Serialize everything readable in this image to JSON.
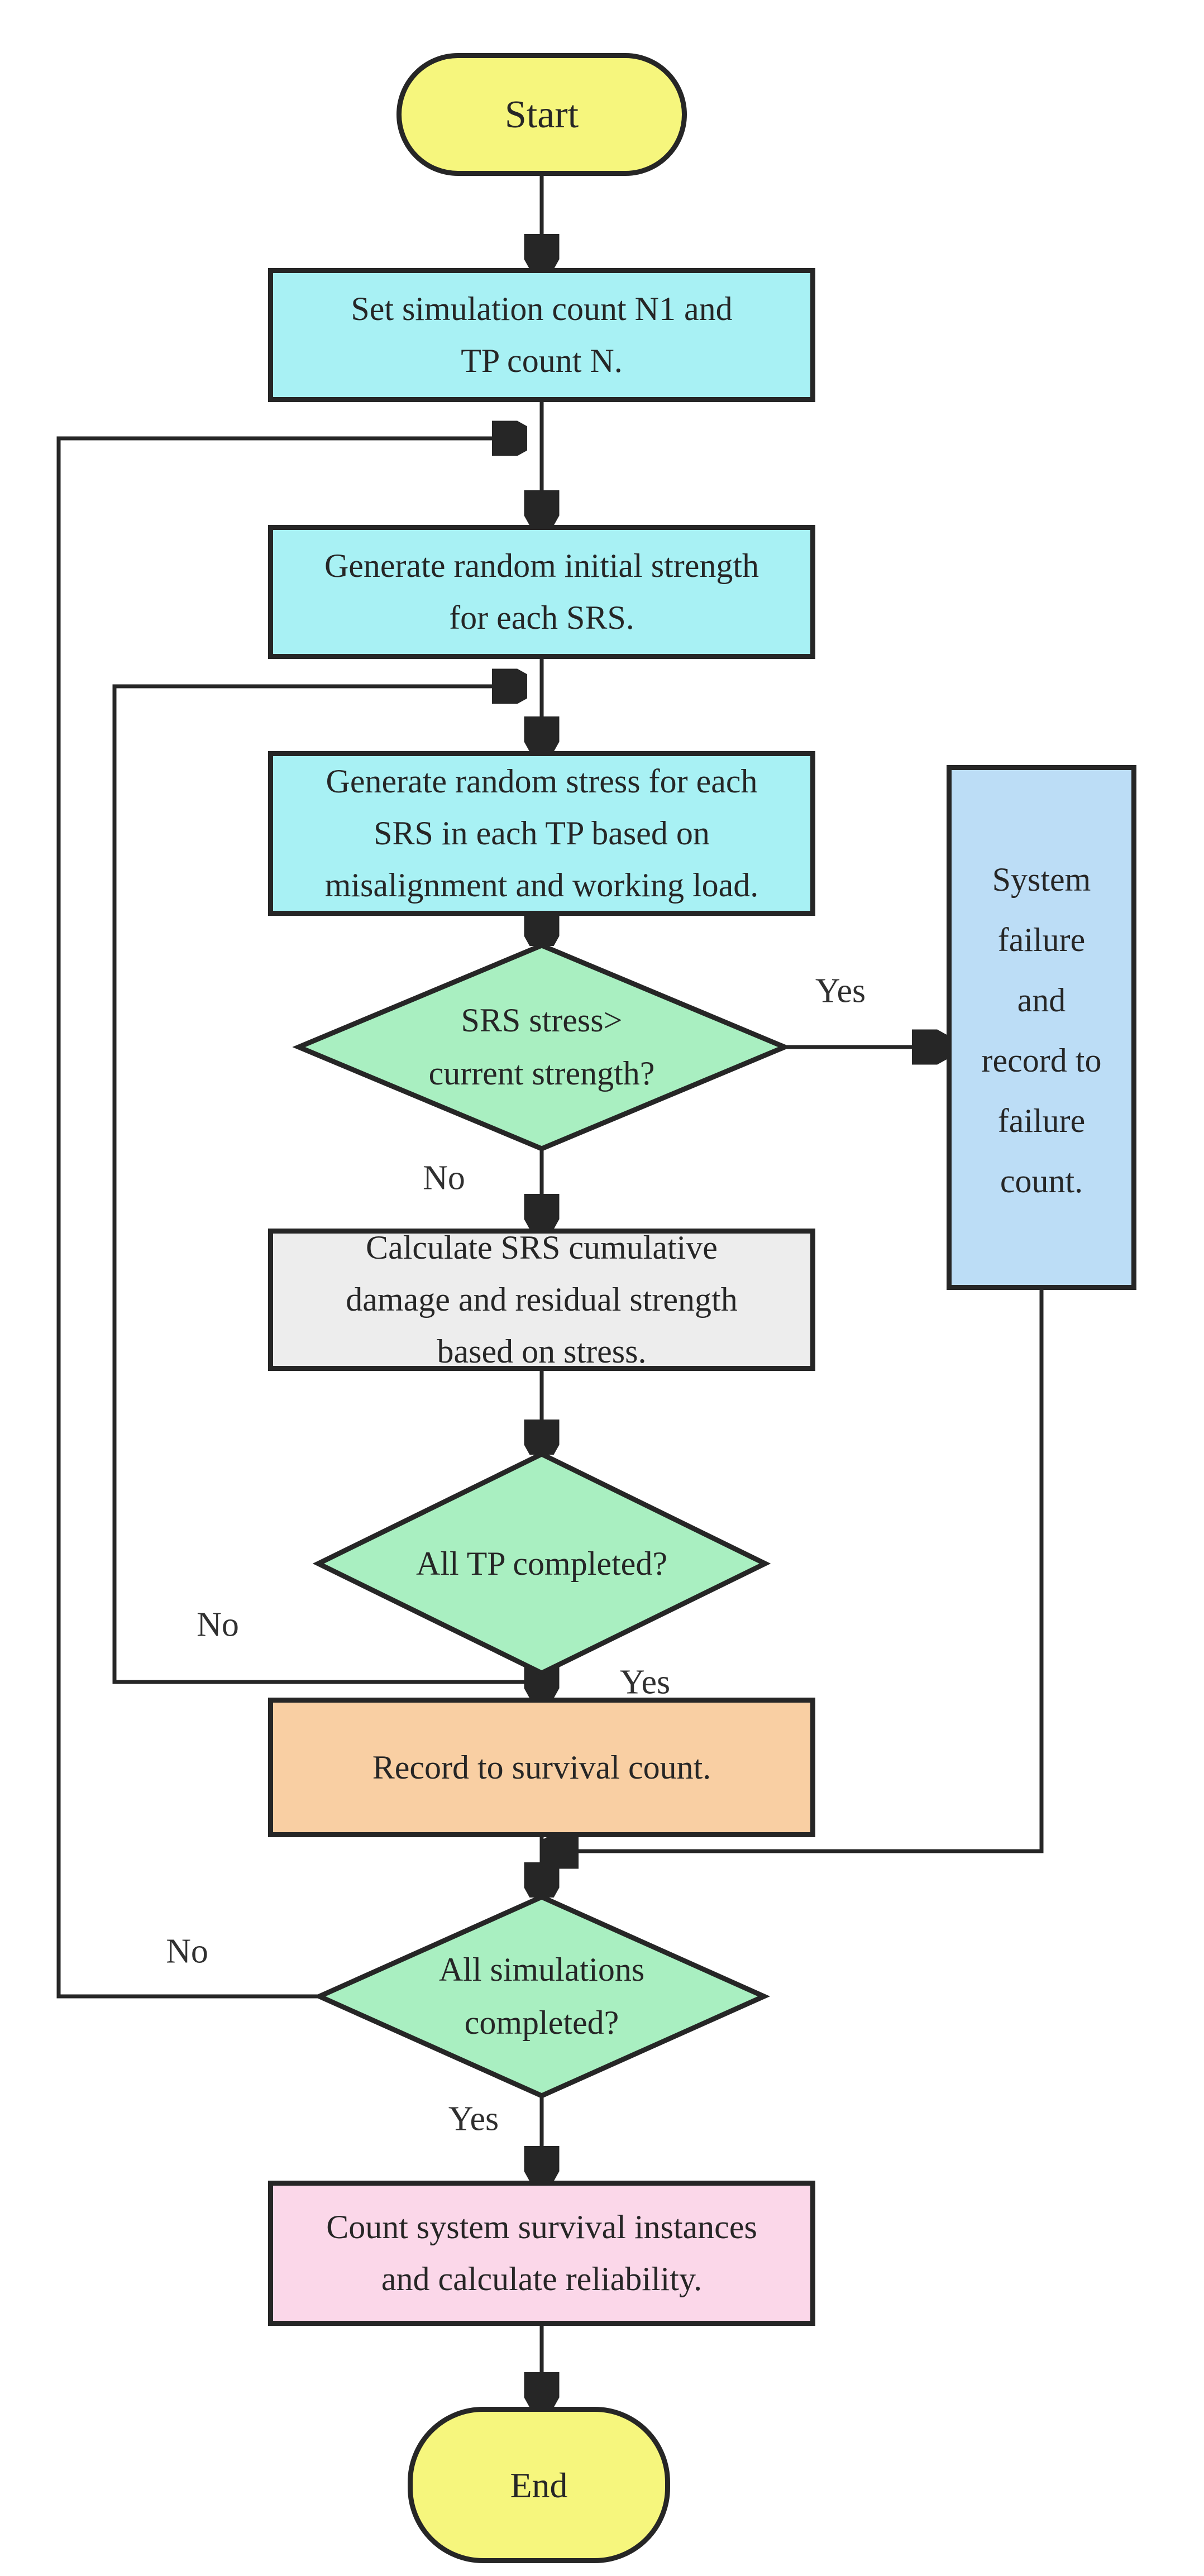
{
  "figure": {
    "background": "#ffffff",
    "line_color": "#262626"
  },
  "nodes": {
    "start": {
      "label": "Start",
      "fill": "#F6F67D"
    },
    "set_counts": {
      "label": "Set simulation count N1 and\nTP count N.",
      "fill": "#A8F1F4"
    },
    "gen_strength": {
      "label": "Generate random initial strength\nfor each SRS.",
      "fill": "#A8F1F4"
    },
    "gen_stress": {
      "label": "Generate random stress for each\nSRS in each TP based on\nmisalignment and working load.",
      "fill": "#A8F1F4"
    },
    "stress_check": {
      "label": "SRS stress>\ncurrent strength?",
      "fill": "#A9EFC1"
    },
    "system_failure": {
      "label": "System\nfailure\nand\nrecord to\nfailure\ncount.",
      "fill": "#BCDDF6"
    },
    "calc_damage": {
      "label": "Calculate SRS cumulative\ndamage and residual strength\nbased on stress.",
      "fill": "#EDEDED"
    },
    "tp_check": {
      "label": "All TP completed?",
      "fill": "#A9EFC1"
    },
    "record_survival": {
      "label": "Record to survival count.",
      "fill": "#F9CFA3"
    },
    "sim_check": {
      "label": "All simulations\ncompleted?",
      "fill": "#A9EFC1"
    },
    "count_reliability": {
      "label": "Count system survival instances\nand calculate reliability.",
      "fill": "#FBD7E9"
    },
    "end": {
      "label": "End",
      "fill": "#F6F67D"
    }
  },
  "edge_labels": {
    "stress_yes": "Yes",
    "stress_no": "No",
    "tp_yes": "Yes",
    "tp_no": "No",
    "sim_yes": "Yes",
    "sim_no": "No"
  }
}
